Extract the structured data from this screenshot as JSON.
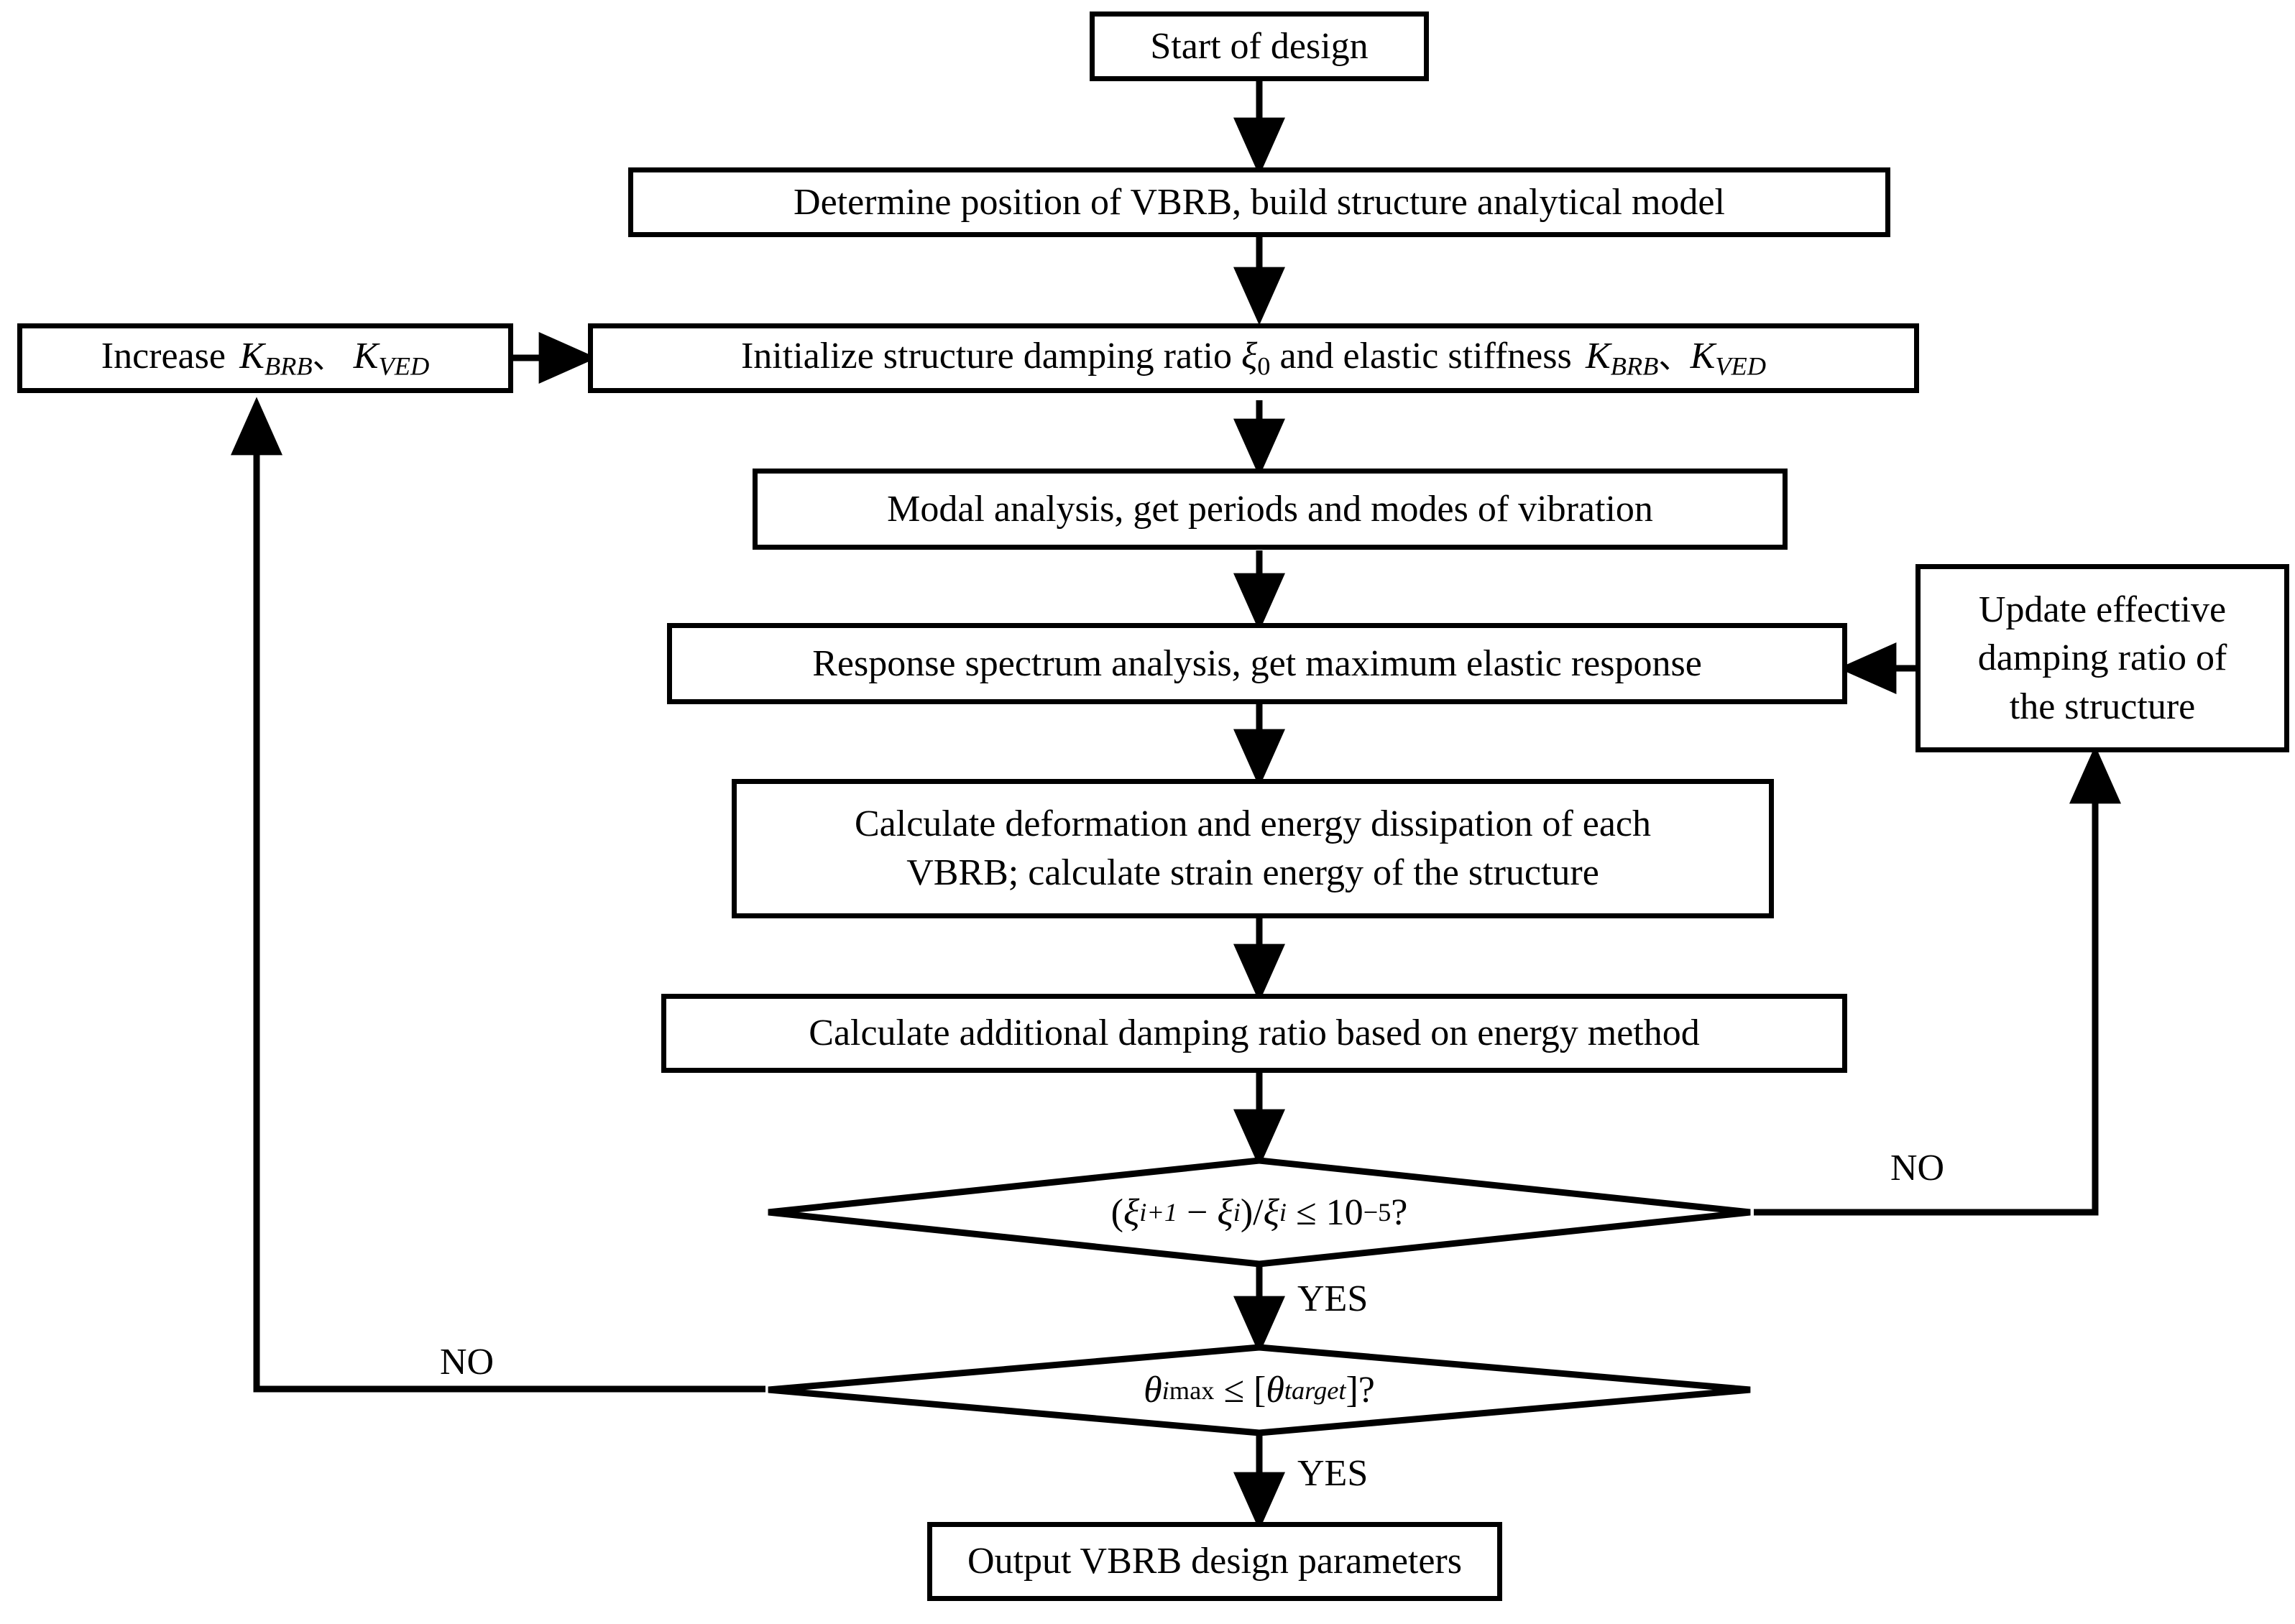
{
  "diagram": {
    "title": "VBRB damping design iterative flowchart",
    "type": "flowchart",
    "stroke_color": "#000000",
    "fill_color": "#ffffff",
    "nodes": {
      "start": {
        "id": "start",
        "shape": "process",
        "text": "Start of design"
      },
      "determine": {
        "id": "determine",
        "shape": "process",
        "text": "Determine position of VBRB, build structure analytical model"
      },
      "increase": {
        "id": "increase",
        "shape": "process",
        "text_plain": "Increase K_BRB 、 K_VED",
        "prefix": "Increase",
        "sym1": "K",
        "sub1": "BRB",
        "separator": "、",
        "sym2": "K",
        "sub2": "VED"
      },
      "initialize": {
        "id": "initialize",
        "shape": "process",
        "text_plain": "Initialize structure damping ratio ξ0 and elastic stiffness K_BRB、K_VED",
        "part1": "Initialize structure damping ratio",
        "xi": "ξ",
        "xi_sub": "0",
        "part2": "and elastic stiffness",
        "sym1": "K",
        "sub1": "BRB",
        "separator": "、",
        "sym2": "K",
        "sub2": "VED"
      },
      "modal": {
        "id": "modal",
        "shape": "process",
        "text": "Modal analysis, get periods and modes of vibration"
      },
      "response": {
        "id": "response",
        "shape": "process",
        "text": "Response spectrum analysis, get maximum elastic response"
      },
      "update": {
        "id": "update",
        "shape": "process",
        "text_plain": "Update effective damping ratio of the structure",
        "line1": "Update effective",
        "line2": "damping ratio of",
        "line3": "the structure"
      },
      "calc_deform": {
        "id": "calc_deform",
        "shape": "process",
        "text_plain": "Calculate deformation and energy dissipation of each VBRB; calculate strain energy of the structure",
        "line1": "Calculate deformation and energy dissipation of each",
        "line2": "VBRB; calculate strain energy of the structure"
      },
      "calc_damping": {
        "id": "calc_damping",
        "shape": "process",
        "text": "Calculate additional damping ratio based on energy method"
      },
      "decision_xi": {
        "id": "decision_xi",
        "shape": "decision",
        "text_plain": "(ξi+1 − ξi)/ξi ≤ 10^-5 ?",
        "open_paren": "(",
        "xi": "ξ",
        "sub_i1": "i+1",
        "minus": "−",
        "sub_i": "i",
        "close_paren": ")",
        "slash": "/",
        "le": "≤",
        "base": "10",
        "exponent": "−5",
        "question": "?"
      },
      "decision_theta": {
        "id": "decision_theta",
        "shape": "decision",
        "text_plain": "θimax ≤ [θtarget] ?",
        "theta": "θ",
        "sub_imax_i": "i",
        "sub_imax_max": "max",
        "le": "≤",
        "lbracket": "[",
        "sub_target_targ": "targ",
        "sub_target_et": "et",
        "rbracket": "]",
        "question": "?"
      },
      "output": {
        "id": "output",
        "shape": "process",
        "text": "Output VBRB design parameters"
      }
    },
    "edge_labels": {
      "no_right": "NO",
      "yes_xi": "YES",
      "no_left": "NO",
      "yes_theta": "YES"
    },
    "edges": [
      {
        "from": "start",
        "to": "determine",
        "label": ""
      },
      {
        "from": "determine",
        "to": "initialize",
        "label": ""
      },
      {
        "from": "increase",
        "to": "initialize",
        "label": ""
      },
      {
        "from": "initialize",
        "to": "modal",
        "label": ""
      },
      {
        "from": "modal",
        "to": "response",
        "label": ""
      },
      {
        "from": "update",
        "to": "response",
        "label": ""
      },
      {
        "from": "response",
        "to": "calc_deform",
        "label": ""
      },
      {
        "from": "calc_deform",
        "to": "calc_damping",
        "label": ""
      },
      {
        "from": "calc_damping",
        "to": "decision_xi",
        "label": ""
      },
      {
        "from": "decision_xi",
        "to": "update",
        "label": "NO"
      },
      {
        "from": "decision_xi",
        "to": "decision_theta",
        "label": "YES"
      },
      {
        "from": "decision_theta",
        "to": "increase",
        "label": "NO"
      },
      {
        "from": "decision_theta",
        "to": "output",
        "label": "YES"
      }
    ]
  }
}
